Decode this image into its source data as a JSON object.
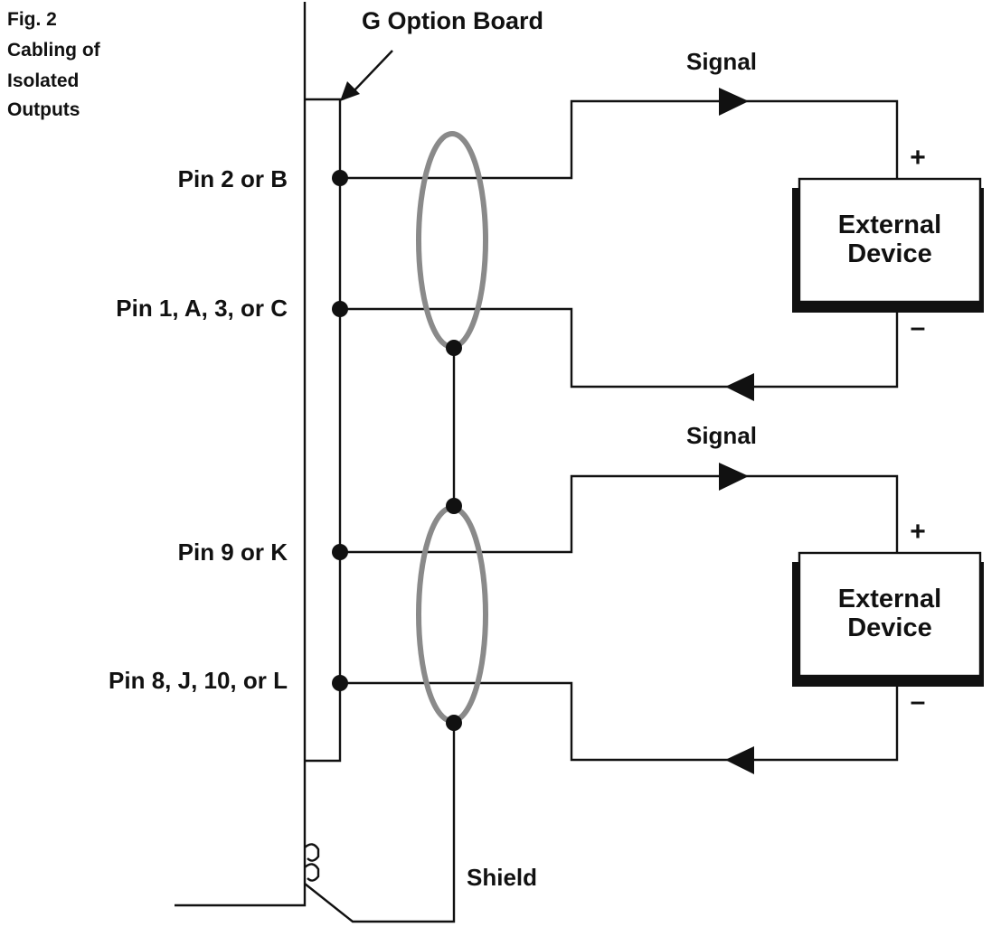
{
  "caption": {
    "line1": "Fig. 2",
    "line2": "Cabling of",
    "line3": "Isolated",
    "line4": "Outputs"
  },
  "board": {
    "label": "G Option Board"
  },
  "pins": {
    "p1": "Pin 2 or B",
    "p2": "Pin 1, A, 3, or C",
    "p3": "Pin 9 or K",
    "p4": "Pin 8, J, 10, or L"
  },
  "channels": [
    {
      "signal_label": "Signal",
      "plus": "+",
      "minus": "–",
      "device_line1": "External",
      "device_line2": "Device"
    },
    {
      "signal_label": "Signal",
      "plus": "+",
      "minus": "–",
      "device_line1": "External",
      "device_line2": "Device"
    }
  ],
  "shield": {
    "label": "Shield"
  },
  "colors": {
    "wire": "#111111",
    "shield_loop": "#8a8a8a",
    "background": "#ffffff"
  }
}
